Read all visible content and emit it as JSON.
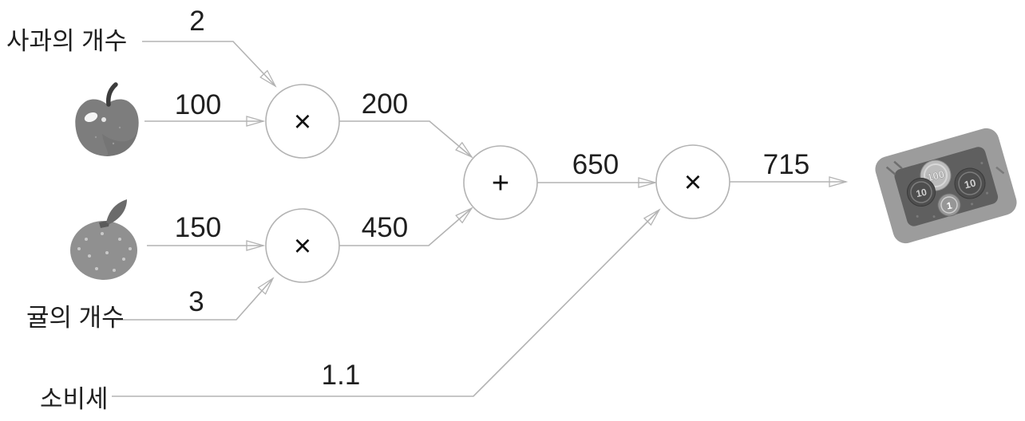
{
  "figure": {
    "kind": "computational-graph",
    "colors": {
      "background": "#ffffff",
      "line": "#b3b3b3",
      "text": "#1f1f1f",
      "node_fill": "#ffffff"
    },
    "inputs": {
      "apple_count_label": "사과의 개수",
      "tangerine_count_label": "귤의 개수",
      "tax_label": "소비세"
    },
    "operators": {
      "multiply": "×",
      "plus": "+"
    },
    "values": {
      "apple_count": "2",
      "apple_price": "100",
      "apple_subtotal": "200",
      "tangerine_price": "150",
      "tangerine_count": "3",
      "tangerine_subtotal": "450",
      "subtotal": "650",
      "tax_rate": "1.1",
      "total": "715"
    },
    "money_tray": {
      "coins": [
        "100",
        "10",
        "10",
        "1"
      ]
    }
  }
}
